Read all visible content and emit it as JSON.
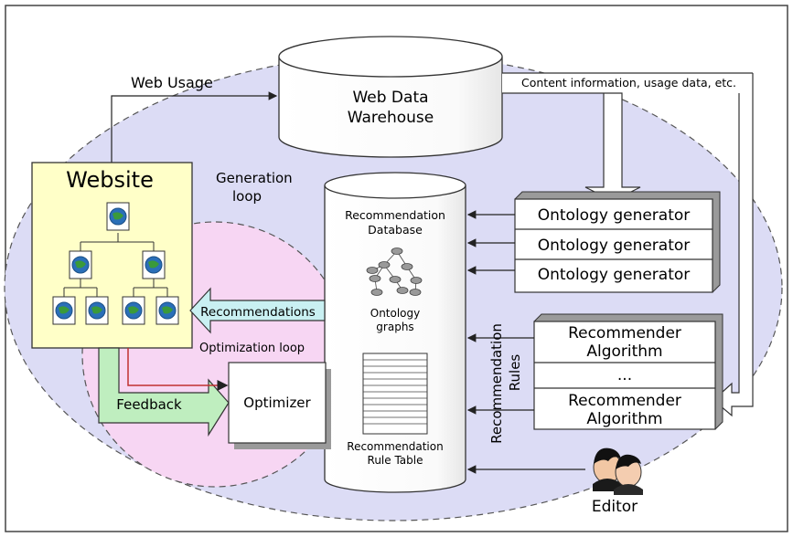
{
  "labels": {
    "web_usage": "Web Usage",
    "warehouse_line1": "Web Data",
    "warehouse_line2": "Warehouse",
    "content_info": "Content information, usage data, etc.",
    "website": "Website",
    "generation_loop_line1": "Generation",
    "generation_loop_line2": "loop",
    "rec_db_line1": "Recommendation",
    "rec_db_line2": "Database",
    "ontology_graphs_line1": "Ontology",
    "ontology_graphs_line2": "graphs",
    "rule_table_line1": "Recommendation",
    "rule_table_line2": "Rule Table",
    "ontology_generator_1": "Ontology generator",
    "ontology_generator_2": "Ontology generator",
    "ontology_generator_3": "Ontology generator",
    "recommender_1_line1": "Recommender",
    "recommender_1_line2": "Algorithm",
    "recommender_ellipsis": "...",
    "recommender_2_line1": "Recommender",
    "recommender_2_line2": "Algorithm",
    "recommendation_rules_line1": "Recommendation",
    "recommendation_rules_line2": "Rules",
    "recommendations": "Recommendations",
    "optimization_loop": "Optimization loop",
    "feedback": "Feedback",
    "optimizer": "Optimizer",
    "editor": "Editor"
  },
  "colors": {
    "outer_ellipse": "#dcdcf5",
    "inner_circle": "#f7d6f3",
    "website_box": "#ffffc8",
    "recommendations_arrow": "#c9f0f2",
    "feedback_arrow": "#bfeebf",
    "box_shadow": "#9a9a9a"
  }
}
